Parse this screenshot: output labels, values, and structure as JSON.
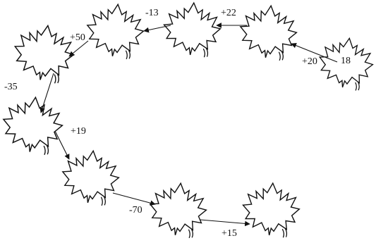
{
  "diagram": {
    "start_value": "18",
    "steps": [
      {
        "label": "+20"
      },
      {
        "label": "+22"
      },
      {
        "label": "-13"
      },
      {
        "label": "+50"
      },
      {
        "label": "-35"
      },
      {
        "label": "+19"
      },
      {
        "label": "-70"
      },
      {
        "label": "+15"
      }
    ],
    "leaf_count": 9,
    "leaf_icon": "maple-leaf-icon",
    "colors": {
      "outline": "#111111",
      "background": "#ffffff"
    }
  }
}
